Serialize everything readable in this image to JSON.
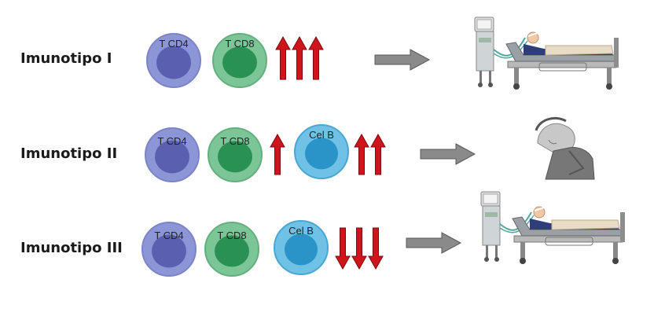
{
  "rows": [
    {
      "label": "Imunotipo I",
      "cells": [
        {
          "type": "cd4",
          "label": "T CD4"
        },
        {
          "type": "cd8",
          "label": "T CD8"
        }
      ],
      "arrow_group": {
        "direction": "up",
        "count": 3
      },
      "outcome_icon": "ventilated-patient-in-bed-icon"
    },
    {
      "label": "Imunotipo II",
      "cells": [
        {
          "type": "cd4",
          "label": "T CD4"
        },
        {
          "type": "cd8",
          "label": "T CD8"
        },
        {
          "type": "celb",
          "label": "Cel B"
        }
      ],
      "arrow_groups": [
        {
          "direction": "up",
          "count": 1
        },
        {
          "direction": "up",
          "count": 2
        }
      ],
      "outcome_icon": "seated-patient-icon"
    },
    {
      "label": "Imunotipo III",
      "cells": [
        {
          "type": "cd4",
          "label": "T CD4"
        },
        {
          "type": "cd8",
          "label": "T CD8"
        },
        {
          "type": "celb",
          "label": "Cel B"
        }
      ],
      "arrow_group": {
        "direction": "down",
        "count": 3
      },
      "outcome_icon": "ventilated-patient-in-bed-icon"
    }
  ],
  "colors": {
    "cd4": "#8c96d6",
    "cd8": "#7cc596",
    "celb": "#6fc1e6",
    "arrow_red": "#d0141c",
    "arrow_grey": "#8a8a8a"
  }
}
